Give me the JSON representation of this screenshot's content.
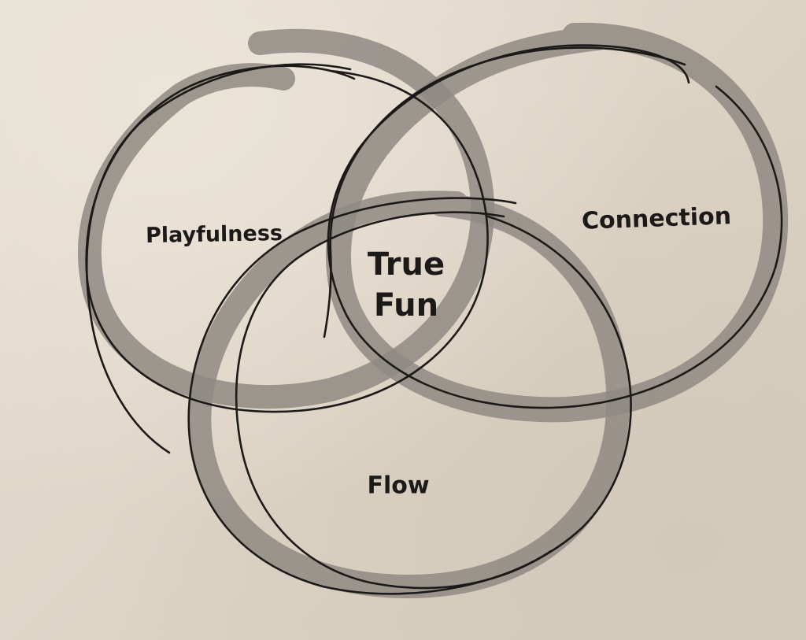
{
  "diagram": {
    "circles": [
      {
        "id": "playfulness",
        "label": "Playfulness"
      },
      {
        "id": "connection",
        "label": "Connection"
      },
      {
        "id": "flow",
        "label": "Flow"
      }
    ],
    "intersection": {
      "line1": "True",
      "line2": "Fun"
    },
    "colors": {
      "paper": "#e2d9cc",
      "ink": "#1c1a18",
      "marker": "#8f8a84"
    }
  }
}
